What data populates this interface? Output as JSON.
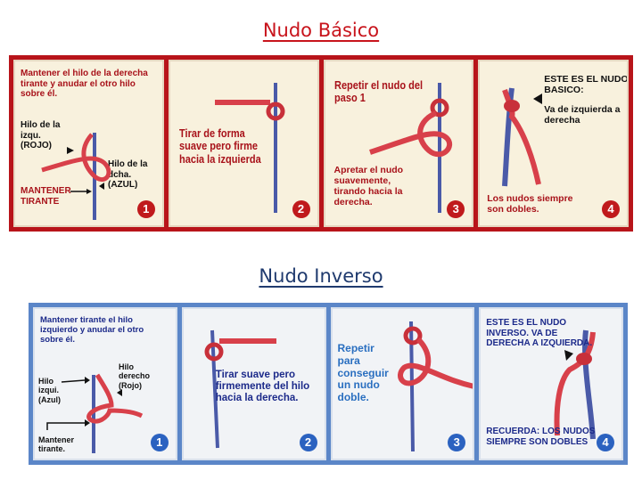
{
  "sections": {
    "basic": {
      "title": "Nudo Básico",
      "color": "#c8141c",
      "steps": [
        {
          "number": "1",
          "instruction": "Mantener el hilo de la derecha tirante y anudar el otro hilo sobre él.",
          "labels": {
            "left_thread": "Hilo de la izqu. (ROJO)",
            "right_thread": "Hilo de la dcha. (AZUL)",
            "keep_taut": "MANTENER TIRANTE"
          }
        },
        {
          "number": "2",
          "instruction": "Tirar de forma suave pero firme hacia la izquierda"
        },
        {
          "number": "3",
          "instruction": "Repetir el nudo del paso 1",
          "note": "Apretar el nudo suavemente, tirando hacia la derecha."
        },
        {
          "number": "4",
          "heading": "ESTE ES EL NUDO BASICO:",
          "instruction": "Va de izquierda a derecha",
          "note": "Los nudos siempre son dobles."
        }
      ]
    },
    "inverse": {
      "title": "Nudo Inverso",
      "color": "#1f3a6e",
      "steps": [
        {
          "number": "1",
          "instruction": "Mantener tirante el hilo izquierdo y anudar el otro sobre él.",
          "labels": {
            "left_thread": "Hilo izqui. (Azul)",
            "right_thread": "Hilo derecho (Rojo)",
            "keep_taut": "Mantener tirante."
          }
        },
        {
          "number": "2",
          "instruction": "Tirar suave pero firmemente del hilo hacia la derecha."
        },
        {
          "number": "3",
          "instruction": "Repetir para conseguir un nudo doble."
        },
        {
          "number": "4",
          "heading": "ESTE ES EL NUDO INVERSO. VA DE DERECHA A IZQUIERDA.",
          "note": "RECUERDA: LOS NUDOS SIEMPRE SON DOBLES"
        }
      ]
    }
  }
}
